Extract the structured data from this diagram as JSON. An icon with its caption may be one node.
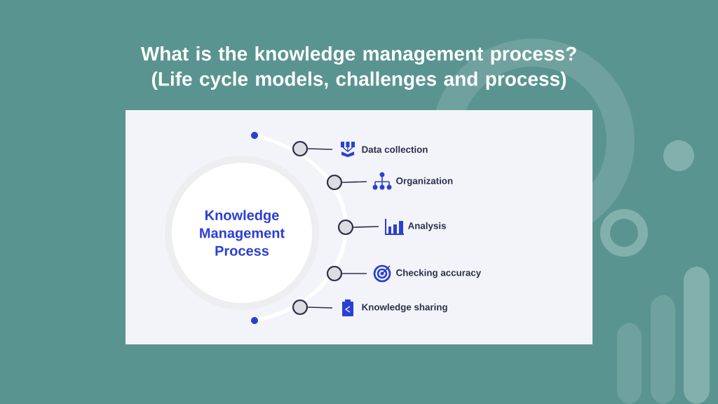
{
  "diagram": {
    "title": "What is the knowledge management process? (Life cycle models, challenges and process)",
    "nodes": [
      {
        "text": [
          "Knowledge Management Process"
        ]
      },
      {
        "text": [],
        "shape": "circle"
      },
      {
        "text": [
          "Data collection"
        ]
      },
      {
        "text": [],
        "shape": "circle"
      },
      {
        "text": [
          "Organization"
        ]
      },
      {
        "text": [],
        "shape": "circle"
      },
      {
        "text": [
          "Analysis"
        ]
      },
      {
        "text": [],
        "shape": "circle"
      },
      {
        "text": [
          "Checking accuracy"
        ]
      },
      {
        "text": [],
        "shape": "circle"
      },
      {
        "text": [
          "Knowledge sharing"
        ]
      }
    ],
    "edges": [
      {
        "from": 1,
        "to": 2,
        "arrow": "none"
      },
      {
        "from": 3,
        "to": 4,
        "arrow": "none"
      },
      {
        "from": 5,
        "to": 6,
        "arrow": "none"
      },
      {
        "from": 7,
        "to": 8,
        "arrow": "none"
      },
      {
        "from": 9,
        "to": 10,
        "arrow": "none"
      }
    ]
  }
}
